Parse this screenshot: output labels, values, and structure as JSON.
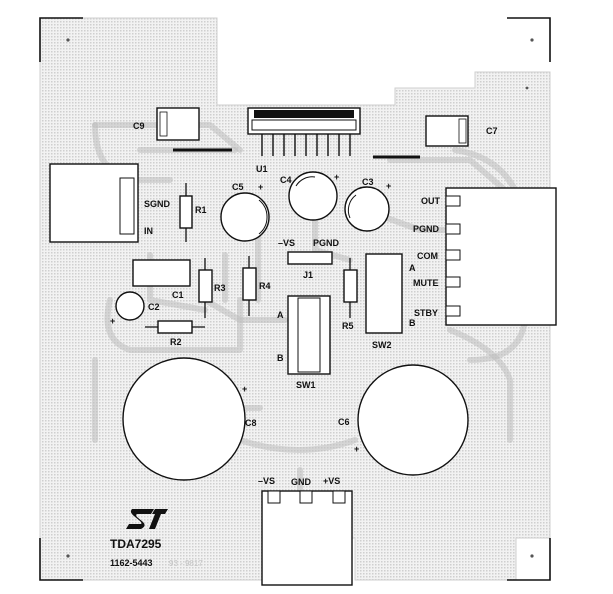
{
  "board": {
    "chip_name": "TDA7295",
    "part_number": "1162-5443",
    "faint_code": "93 - 9817"
  },
  "colors": {
    "background": "#ffffff",
    "board_fill": "#e8e8e8",
    "ink": "#111111"
  },
  "components": {
    "u1": "U1",
    "c9": "C9",
    "c7": "C7",
    "c5": "C5",
    "c4": "C4",
    "c3": "C3",
    "c2": "C2",
    "c1": "C1",
    "c8": "C8",
    "c6": "C6",
    "r1": "R1",
    "r2": "R2",
    "r3": "R3",
    "r4": "R4",
    "r5": "R5",
    "j1": "J1",
    "sw1": "SW1",
    "sw2": "SW2",
    "sw1_a": "A",
    "sw1_b": "B",
    "sw2_a": "A",
    "sw2_b": "B"
  },
  "signals": {
    "sgnd": "SGND",
    "in": "IN",
    "out": "OUT",
    "pgnd_right": "PGND",
    "com": "COM",
    "mute": "MUTE",
    "stby": "STBY",
    "minus_vs_j1": "–VS",
    "pgnd_j1": "PGND",
    "minus_vs_bottom": "–VS",
    "gnd_bottom": "GND",
    "plus_vs_bottom": "+VS"
  },
  "polarity": {
    "plus": "+"
  },
  "icons": {
    "logo": "st-logo-icon"
  }
}
